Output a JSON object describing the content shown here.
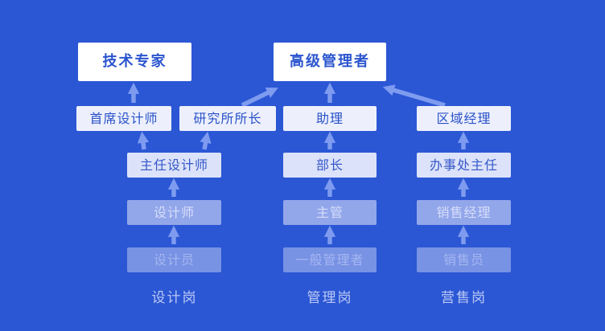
{
  "diagram_type": "career-path-org-diagram",
  "colors": {
    "background": "#2B57D5",
    "arrow": "#7E9BEF",
    "level1_bg": "#FFFFFF",
    "level1_text": "#2B55CF",
    "level2_bg": "#EDF0FC",
    "level2_text": "#2A52C9",
    "level3_bg": "#DCE2F9",
    "level3_text": "#3558C9",
    "level4_bg": "#92A6EA",
    "level4_text": "#D7DEFA",
    "level5_bg": "#7892E4",
    "level5_text": "#A5B7F1",
    "track_label_text": "#BCC9F5"
  },
  "nodes": {
    "tech_expert": "技术专家",
    "senior_manager": "高级管理者",
    "chief_designer": "首席设计师",
    "institute_director": "研究所所长",
    "assistant": "助理",
    "regional_manager": "区域经理",
    "director_designer": "主任设计师",
    "minister": "部长",
    "office_director": "办事处主任",
    "designer": "设计师",
    "supervisor": "主管",
    "sales_manager": "销售经理",
    "draftsman": "设计员",
    "general_manager": "一般管理者",
    "salesperson": "销售员"
  },
  "track_labels": {
    "design": "设计岗",
    "management": "管理岗",
    "sales": "营售岗"
  },
  "edges": [
    {
      "from": "draftsman",
      "to": "designer"
    },
    {
      "from": "designer",
      "to": "director_designer"
    },
    {
      "from": "director_designer",
      "to": "chief_designer"
    },
    {
      "from": "director_designer",
      "to": "institute_director"
    },
    {
      "from": "chief_designer",
      "to": "tech_expert"
    },
    {
      "from": "institute_director",
      "to": "senior_manager"
    },
    {
      "from": "general_manager",
      "to": "supervisor"
    },
    {
      "from": "supervisor",
      "to": "minister"
    },
    {
      "from": "minister",
      "to": "assistant"
    },
    {
      "from": "assistant",
      "to": "senior_manager"
    },
    {
      "from": "salesperson",
      "to": "sales_manager"
    },
    {
      "from": "sales_manager",
      "to": "office_director"
    },
    {
      "from": "office_director",
      "to": "regional_manager"
    },
    {
      "from": "regional_manager",
      "to": "senior_manager"
    }
  ]
}
